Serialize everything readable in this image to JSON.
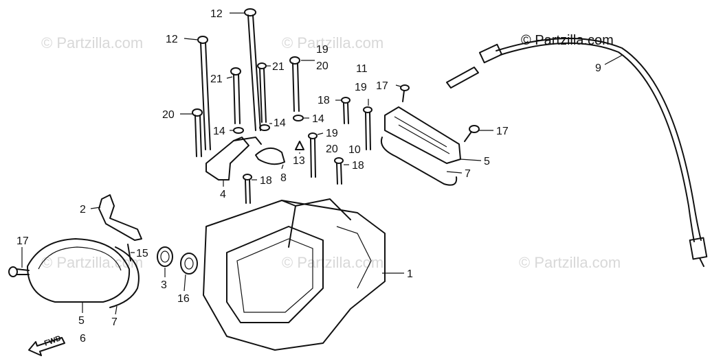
{
  "copyright": "© Partzilla.com",
  "watermark_text": "© Partzilla.com",
  "fwd_label": "FWD",
  "callouts": [
    {
      "id": "c12a",
      "text": "12"
    },
    {
      "id": "c12b",
      "text": "12"
    },
    {
      "id": "c19a",
      "text": "19"
    },
    {
      "id": "c20a",
      "text": "20"
    },
    {
      "id": "c21a",
      "text": "21"
    },
    {
      "id": "c21b",
      "text": "21"
    },
    {
      "id": "c11",
      "text": "11"
    },
    {
      "id": "c19b",
      "text": "19"
    },
    {
      "id": "c17a",
      "text": "17"
    },
    {
      "id": "c18a",
      "text": "18"
    },
    {
      "id": "c14a",
      "text": "14"
    },
    {
      "id": "c14b",
      "text": "14"
    },
    {
      "id": "c14c",
      "text": "14"
    },
    {
      "id": "c20b",
      "text": "20"
    },
    {
      "id": "c19c",
      "text": "19"
    },
    {
      "id": "c20c",
      "text": "20"
    },
    {
      "id": "c10",
      "text": "10"
    },
    {
      "id": "c13",
      "text": "13"
    },
    {
      "id": "c18b",
      "text": "18"
    },
    {
      "id": "c8",
      "text": "8"
    },
    {
      "id": "c18c",
      "text": "18"
    },
    {
      "id": "c4",
      "text": "4"
    },
    {
      "id": "c5a",
      "text": "5"
    },
    {
      "id": "c7a",
      "text": "7"
    },
    {
      "id": "c17b",
      "text": "17"
    },
    {
      "id": "c9",
      "text": "9"
    },
    {
      "id": "c2",
      "text": "2"
    },
    {
      "id": "c17c",
      "text": "17"
    },
    {
      "id": "c15",
      "text": "15"
    },
    {
      "id": "c3",
      "text": "3"
    },
    {
      "id": "c16",
      "text": "16"
    },
    {
      "id": "c1",
      "text": "1"
    },
    {
      "id": "c5b",
      "text": "5"
    },
    {
      "id": "c6",
      "text": "6"
    },
    {
      "id": "c7b",
      "text": "7"
    }
  ]
}
